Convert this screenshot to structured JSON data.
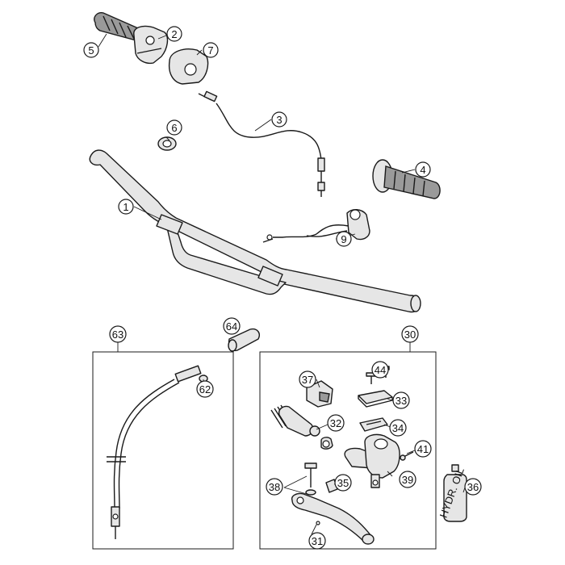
{
  "callouts": {
    "c1": "1",
    "c2": "2",
    "c3": "3",
    "c4": "4",
    "c5": "5",
    "c6": "6",
    "c7": "7",
    "c9": "9",
    "c30": "30",
    "c31": "31",
    "c32": "32",
    "c33": "33",
    "c34": "34",
    "c35": "35",
    "c36": "36",
    "c37": "37",
    "c38": "38",
    "c39": "39",
    "c41": "41",
    "c44": "44",
    "c62": "62",
    "c63": "63",
    "c64": "64"
  },
  "bottle_label": "HYDR. OIL"
}
